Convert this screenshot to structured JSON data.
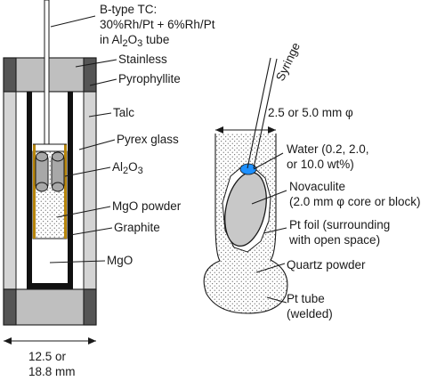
{
  "labels": {
    "tc_line1": "B-type TC:",
    "tc_line2": "30%Rh/Pt + 6%Rh/Pt",
    "tc_line3_pre": "in Al",
    "tc_line3_sub1": "2",
    "tc_line3_mid": "O",
    "tc_line3_sub2": "3",
    "tc_line3_post": " tube",
    "stainless": "Stainless",
    "pyrophyllite": "Pyrophyllite",
    "talc": "Talc",
    "pyrex": "Pyrex glass",
    "al2o3_pre": "Al",
    "al2o3_sub1": "2",
    "al2o3_mid": "O",
    "al2o3_sub2": "3",
    "mgo_powder": "MgO powder",
    "graphite": "Graphite",
    "mgo": "MgO",
    "width_line1": "12.5 or",
    "width_line2": "18.8 mm",
    "syringe": "Syringe",
    "diameter": "2.5 or 5.0 mm φ",
    "water_line1": "Water (0.2, 2.0,",
    "water_line2": "or 10.0 wt%)",
    "novaculite_line1": "Novaculite",
    "novaculite_line2": "(2.0 mm φ core or block)",
    "ptfoil_line1": "Pt foil (surrounding",
    "ptfoil_line2": "with open space)",
    "quartz": "Quartz powder",
    "pttube_line1": "Pt tube",
    "pttube_line2": "(welded)"
  },
  "colors": {
    "cap_dark": "#555555",
    "cap_light": "#bfbfbf",
    "talc": "#d4d4d4",
    "graphite": "#111111",
    "capsule_gray": "#a8a8a8",
    "pyrex_gold": "#b8860b",
    "water_blue": "#1e90ff",
    "core_gray": "#c8c8c8"
  }
}
